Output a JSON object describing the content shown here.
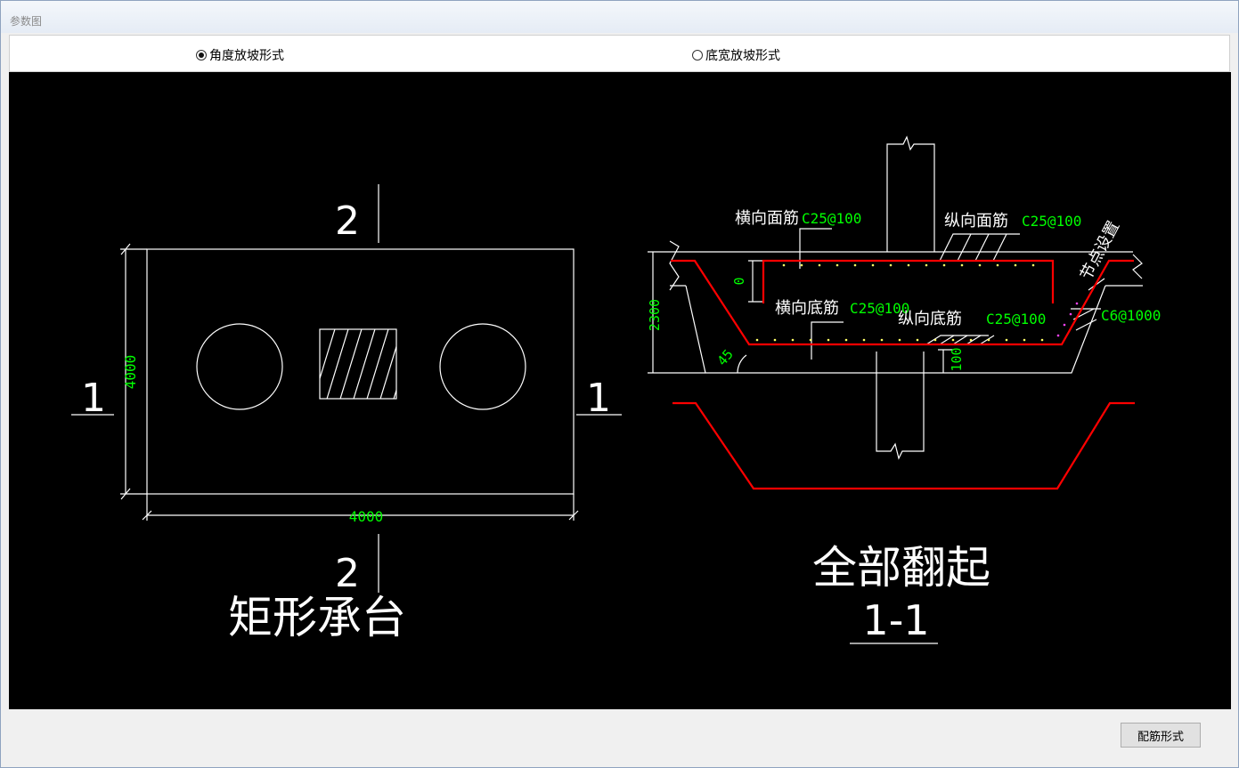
{
  "window": {
    "title": "参数图"
  },
  "options": {
    "angle": {
      "label": "角度放坡形式",
      "checked": true
    },
    "width": {
      "label": "底宽放坡形式",
      "checked": false
    }
  },
  "drawing": {
    "plan": {
      "section_2_top": "2",
      "section_2_bottom": "2",
      "section_1_left": "1",
      "section_1_right": "1",
      "dim_height": "4000",
      "dim_width": "4000",
      "title": "矩形承台"
    },
    "section": {
      "transverse_top_label": "横向面筋",
      "transverse_top_value": "C25@100",
      "longitudinal_top_label": "纵向面筋",
      "longitudinal_top_value": "C25@100",
      "node_setting": "节点设置",
      "transverse_bottom_label": "横向底筋",
      "transverse_bottom_value": "C25@100",
      "longitudinal_bottom_label": "纵向底筋",
      "longitudinal_bottom_value": "C25@100",
      "side_value": "C6@1000",
      "dim_depth": "2300",
      "dim_zero": "0",
      "dim_cover": "100",
      "angle": "45",
      "title": "全部翻起",
      "section_label": "1-1"
    }
  },
  "footer": {
    "button_label": "配筋形式"
  }
}
